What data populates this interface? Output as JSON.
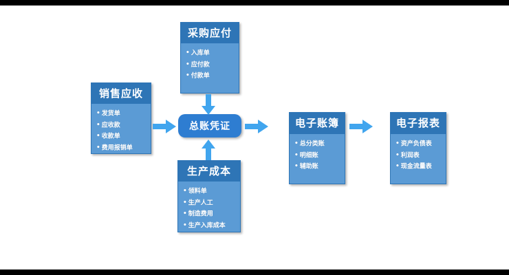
{
  "diagram": {
    "title_colors": {
      "header": "#2E75B6",
      "body": "#5B9BD5",
      "hub": "#2E7DD1",
      "arrow": "#41A5EE",
      "background": "#FFFFFF",
      "letterbox": "#000000"
    },
    "nodes": {
      "sales": {
        "title": "销售应收",
        "items": [
          "发货单",
          "应收款",
          "收款单",
          "费用报销单"
        ]
      },
      "purchase": {
        "title": "采购应付",
        "items": [
          "入库单",
          "应付款",
          "付款单"
        ]
      },
      "production": {
        "title": "生产成本",
        "items": [
          "领料单",
          "生产人工",
          "制造费用",
          "生产入库成本"
        ]
      },
      "hub": {
        "title": "总账凭证"
      },
      "ledger": {
        "title": "电子账簿",
        "items": [
          "总分类账",
          "明细账",
          "辅助账"
        ]
      },
      "reports": {
        "title": "电子报表",
        "items": [
          "资产负债表",
          "利润表",
          "现金流量表"
        ]
      }
    },
    "arrows": [
      {
        "name": "sales-to-hub",
        "direction": "right"
      },
      {
        "name": "purchase-to-hub",
        "direction": "down"
      },
      {
        "name": "production-to-hub",
        "direction": "up"
      },
      {
        "name": "hub-to-ledger",
        "direction": "right"
      },
      {
        "name": "ledger-to-reports",
        "direction": "right"
      }
    ]
  }
}
